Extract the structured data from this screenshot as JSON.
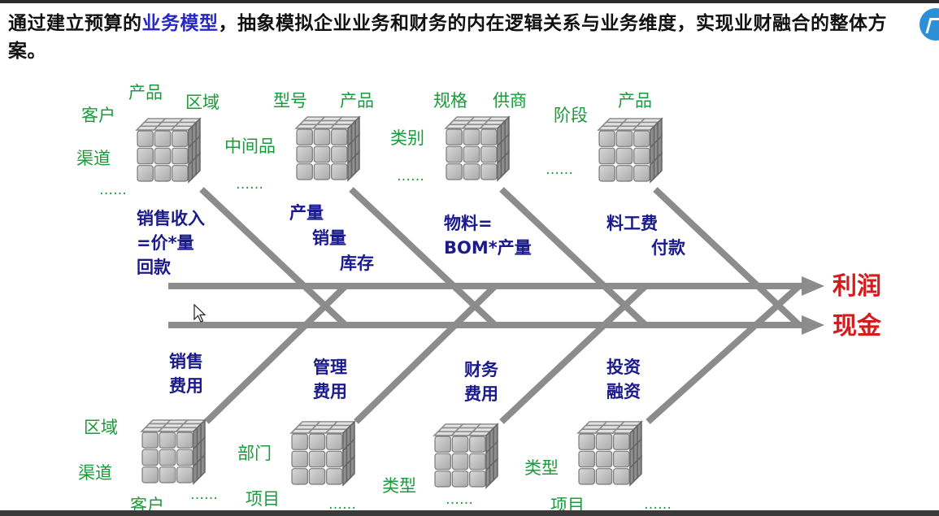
{
  "headline": {
    "pre": "通过建立预算的",
    "highlight": "业务模型",
    "post": "，抽象模拟企业业务和财务的内在逻辑关系与业务维度，实现业财融合的整体方案。"
  },
  "outcomes": {
    "profit": "利润",
    "cash": "现金"
  },
  "top_processes": [
    {
      "lines": [
        "销售收入",
        "=价*量",
        "回款"
      ]
    },
    {
      "lines": [
        "产量",
        "销量",
        "库存"
      ]
    },
    {
      "lines": [
        "物料=",
        "BOM*产量"
      ]
    },
    {
      "lines": [
        "料工费",
        "付款"
      ]
    }
  ],
  "bottom_processes": [
    {
      "lines": [
        "销售",
        "费用"
      ]
    },
    {
      "lines": [
        "管理",
        "费用"
      ]
    },
    {
      "lines": [
        "财务",
        "费用"
      ]
    },
    {
      "lines": [
        "投资",
        "融资"
      ]
    }
  ],
  "dimensions": {
    "top_1": [
      "产品",
      "区域",
      "客户",
      "渠道",
      "……"
    ],
    "top_2": [
      "型号",
      "产品",
      "中间品",
      "……"
    ],
    "top_3": [
      "规格",
      "供商",
      "类别",
      "……"
    ],
    "top_4": [
      "阶段",
      "产品",
      "……"
    ],
    "bottom_1": [
      "区域",
      "渠道",
      "客户",
      "……"
    ],
    "bottom_2": [
      "部门",
      "项目",
      "……"
    ],
    "bottom_3": [
      "类型",
      "……"
    ],
    "bottom_4": [
      "类型",
      "项目",
      "……"
    ]
  },
  "colors": {
    "dimension": "#1a9a3a",
    "process": "#1a1a8c",
    "outcome": "#d41c1c",
    "highlight": "#2828c8",
    "arrow": "#8c8c8c"
  }
}
